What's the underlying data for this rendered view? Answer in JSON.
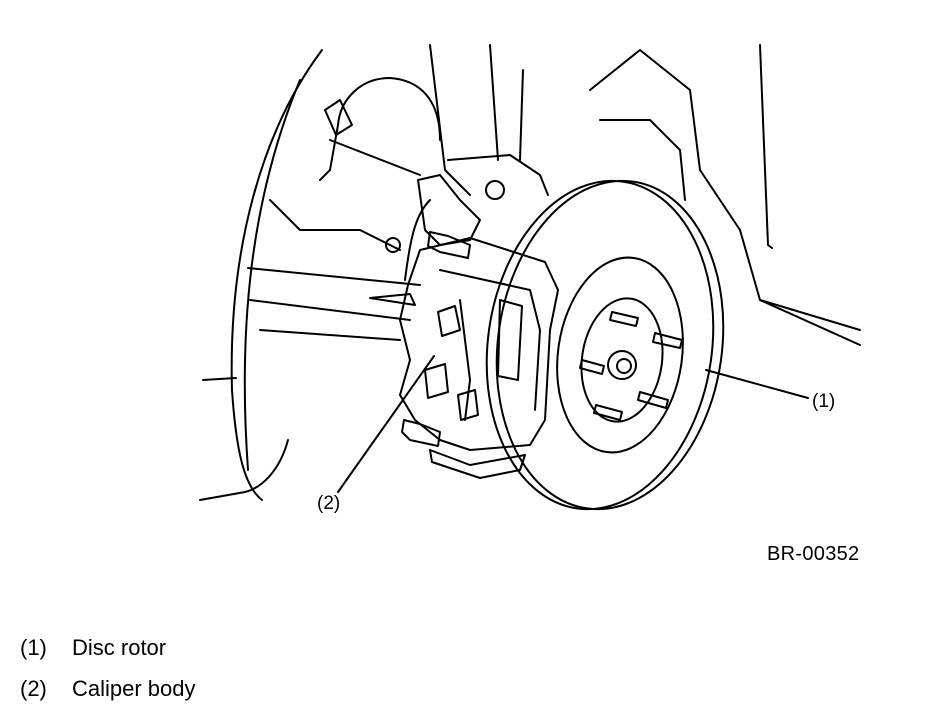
{
  "figure": {
    "code": "BR-00352",
    "callouts": [
      {
        "number": "(1)",
        "label": "Disc rotor"
      },
      {
        "number": "(2)",
        "label": "Caliper body"
      }
    ]
  },
  "colors": {
    "ink": "#000000",
    "background": "#ffffff"
  }
}
